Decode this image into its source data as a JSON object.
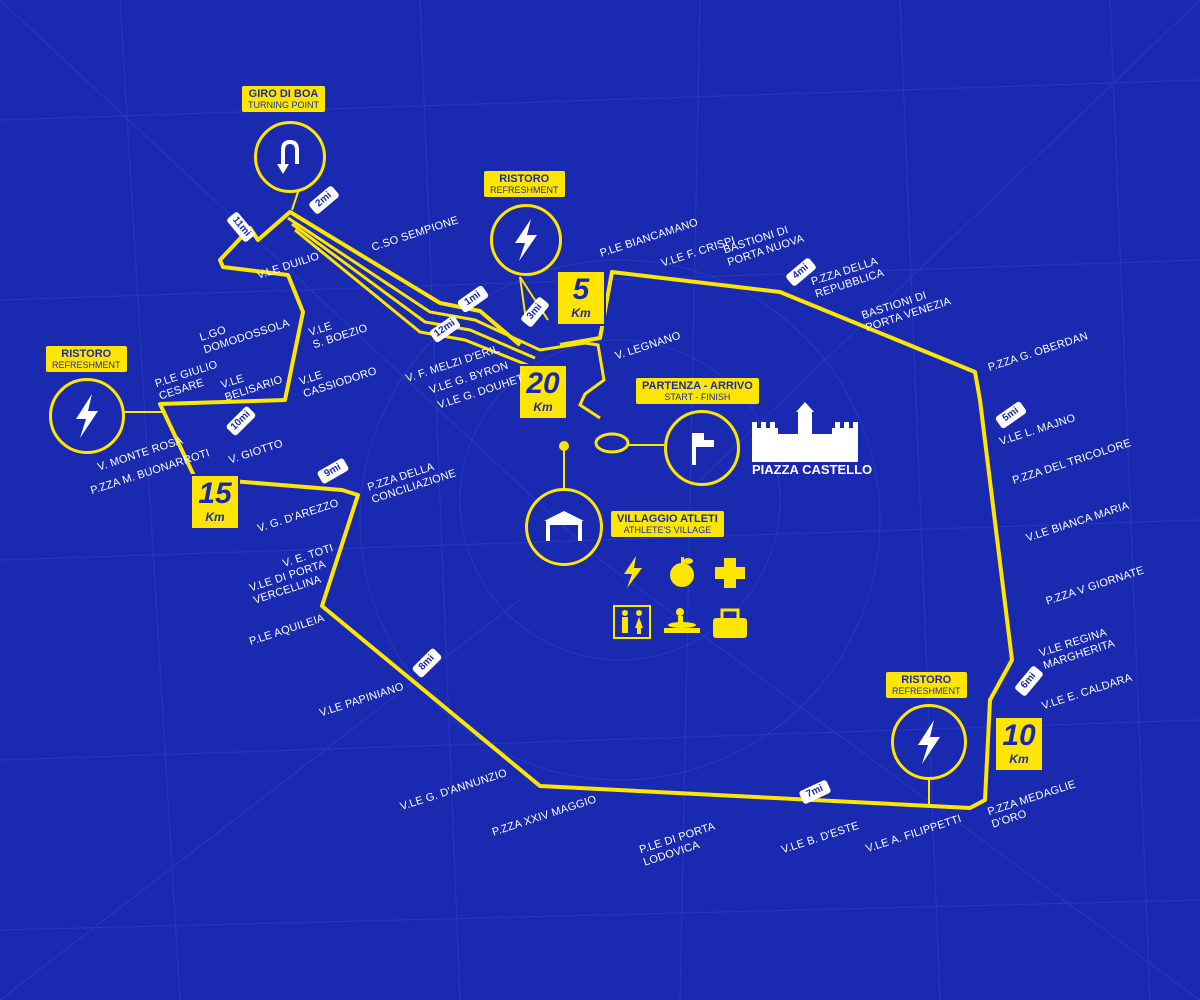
{
  "colors": {
    "background": "#1a2ab0",
    "route": "#ffe600",
    "label": "#ffffff",
    "badge_text": "#1a2ab0"
  },
  "turning_point": {
    "title": "GIRO DI BOA",
    "subtitle": "TURNING POINT",
    "icon": "u-turn-icon"
  },
  "refreshments": [
    {
      "title": "RISTORO",
      "subtitle": "REFRESHMENT",
      "icon": "lightning-icon"
    },
    {
      "title": "RISTORO",
      "subtitle": "REFRESHMENT",
      "icon": "lightning-icon"
    },
    {
      "title": "RISTORO",
      "subtitle": "REFRESHMENT",
      "icon": "lightning-icon"
    }
  ],
  "start_finish": {
    "title": "PARTENZA - ARRIVO",
    "subtitle": "START - FINISH",
    "icon": "flag-icon",
    "place": "PIAZZA CASTELLO"
  },
  "village": {
    "title": "VILLAGGIO ATLETI",
    "subtitle": "ATHLETE'S VILLAGE",
    "icon": "tent-icon",
    "services": [
      "lightning-icon",
      "apple-icon",
      "medical-cross-icon",
      "toilets-icon",
      "massage-icon",
      "bag-icon"
    ]
  },
  "km_markers": [
    {
      "num": "5",
      "unit": "Km"
    },
    {
      "num": "10",
      "unit": "Km"
    },
    {
      "num": "15",
      "unit": "Km"
    },
    {
      "num": "20",
      "unit": "Km"
    }
  ],
  "mile_markers": [
    "1mi",
    "2mi",
    "3mi",
    "4mi",
    "5mi",
    "6mi",
    "7mi",
    "8mi",
    "9mi",
    "10mi",
    "11mi",
    "12mi"
  ],
  "streets": [
    "C.SO SEMPIONE",
    "P.LE BIANCAMANO",
    "V.LE F. CRISPI",
    "BASTIONI DI\nPORTA NUOVA",
    "P.ZZA DELLA\nREPUBBLICA",
    "BASTIONI DI\nPORTA VENEZIA",
    "P.ZZA G. OBERDAN",
    "V.LE L. MAJNO",
    "P.ZZA DEL TRICOLORE",
    "V.LE BIANCA MARIA",
    "P.ZZA V GIORNATE",
    "V.LE REGINA\nMARGHERITA",
    "V.LE E. CALDARA",
    "P.ZZA MEDAGLIE\nD'ORO",
    "V.LE A. FILIPPETTI",
    "V.LE B. D'ESTE",
    "P.LE DI PORTA\nLODOVICA",
    "P.ZZA XXIV MAGGIO",
    "V.LE G. D'ANNUNZIO",
    "V.LE PAPINIANO",
    "P.LE AQUILEIA",
    "V.LE DI PORTA\nVERCELLINA",
    "V. E. TOTI",
    "V. G. D'AREZZO",
    "P.ZZA DELLA\nCONCILIAZIONE",
    "P.ZZA M. BUONARROTI",
    "V. GIOTTO",
    "V. MONTE ROSA",
    "P.LE GIULIO\nCESARE",
    "V.LE\nBELISARIO",
    "V.LE\nCASSIODORO",
    "V.LE\nS. BOEZIO",
    "L.GO\nDOMODOSSOLA",
    "V.LE DUILIO",
    "V. F. MELZI D'ERIL",
    "V.LE G. BYRON",
    "V.LE G. DOUHET",
    "V. LEGNANO"
  ]
}
